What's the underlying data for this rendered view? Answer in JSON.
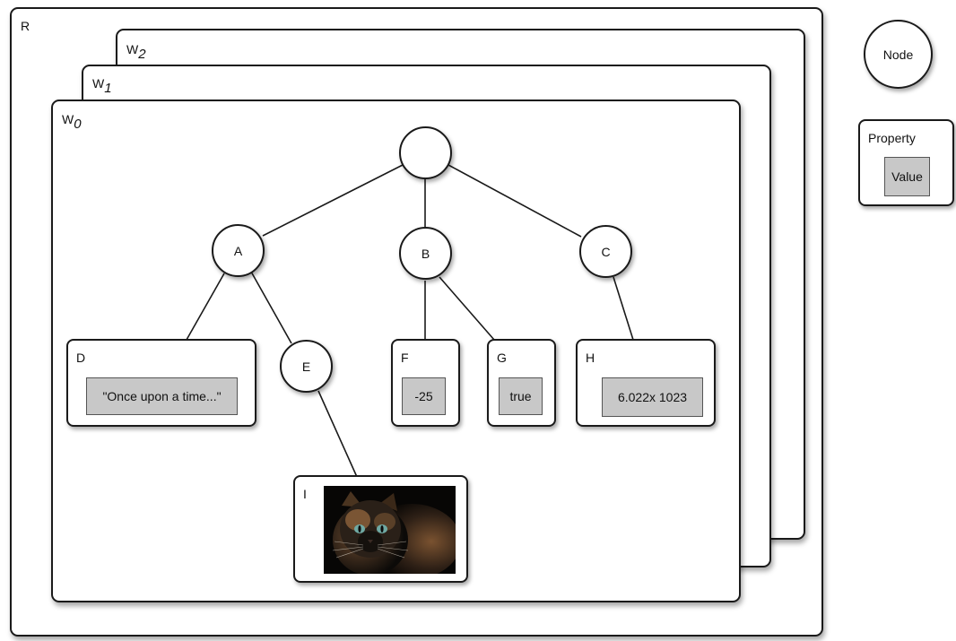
{
  "diagram": {
    "root_label": "R",
    "worlds": [
      {
        "letter": "W",
        "index": "2"
      },
      {
        "letter": "W",
        "index": "1"
      },
      {
        "letter": "W",
        "index": "0"
      }
    ],
    "nodes": {
      "A": "A",
      "B": "B",
      "C": "C",
      "E": "E"
    },
    "properties": {
      "D": {
        "label": "D",
        "value": "\"Once upon a time...\""
      },
      "F": {
        "label": "F",
        "value": "-25"
      },
      "G": {
        "label": "G",
        "value": "true"
      },
      "H": {
        "label": "H",
        "value_mantissa": "6.022x 10",
        "value_exponent": "23"
      },
      "I": {
        "label": "I",
        "value_image": "cat-photo"
      }
    }
  },
  "legend": {
    "node_label": "Node",
    "property_label": "Property",
    "value_label": "Value"
  },
  "colors": {
    "stroke": "#1a1a1a",
    "value_fill": "#c8c8c8",
    "background": "#ffffff"
  }
}
